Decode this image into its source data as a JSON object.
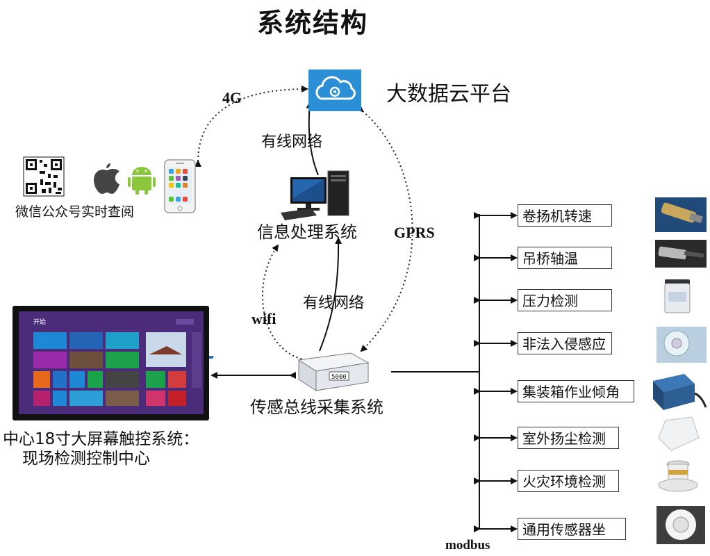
{
  "title": "系统结构",
  "cloud": {
    "label": "大数据云平台"
  },
  "links": {
    "four_g": "4G",
    "wired_top": "有线网络",
    "wired_mid": "有线网络",
    "gprs": "GPRS",
    "wifi": "wifi",
    "modbus": "modbus"
  },
  "mobile": {
    "label": "微信公众号实时查阅"
  },
  "processing": {
    "label": "信息处理系统"
  },
  "collector": {
    "label": "传感总线采集系统"
  },
  "screen": {
    "line1": "中心18寸大屏幕触控系统：",
    "line2": "现场检测控制中心",
    "start_text": "开始"
  },
  "sensors": [
    {
      "label": "卷扬机转速",
      "icon": "speed-sensor-icon"
    },
    {
      "label": "吊桥轴温",
      "icon": "temperature-probe-icon"
    },
    {
      "label": "压力检测",
      "icon": "pressure-sensor-icon"
    },
    {
      "label": "非法入侵感应",
      "icon": "intrusion-sensor-icon"
    },
    {
      "label": "集装箱作业倾角",
      "icon": "tilt-sensor-icon"
    },
    {
      "label": "室外扬尘检测",
      "icon": "dust-sensor-icon"
    },
    {
      "label": "火灾环境检测",
      "icon": "fire-sensor-icon"
    },
    {
      "label": "通用传感器坐",
      "icon": "general-sensor-icon"
    }
  ],
  "colors": {
    "cloud_blue": "#2b8fd6",
    "screen_purple": "#4a2c7a"
  }
}
